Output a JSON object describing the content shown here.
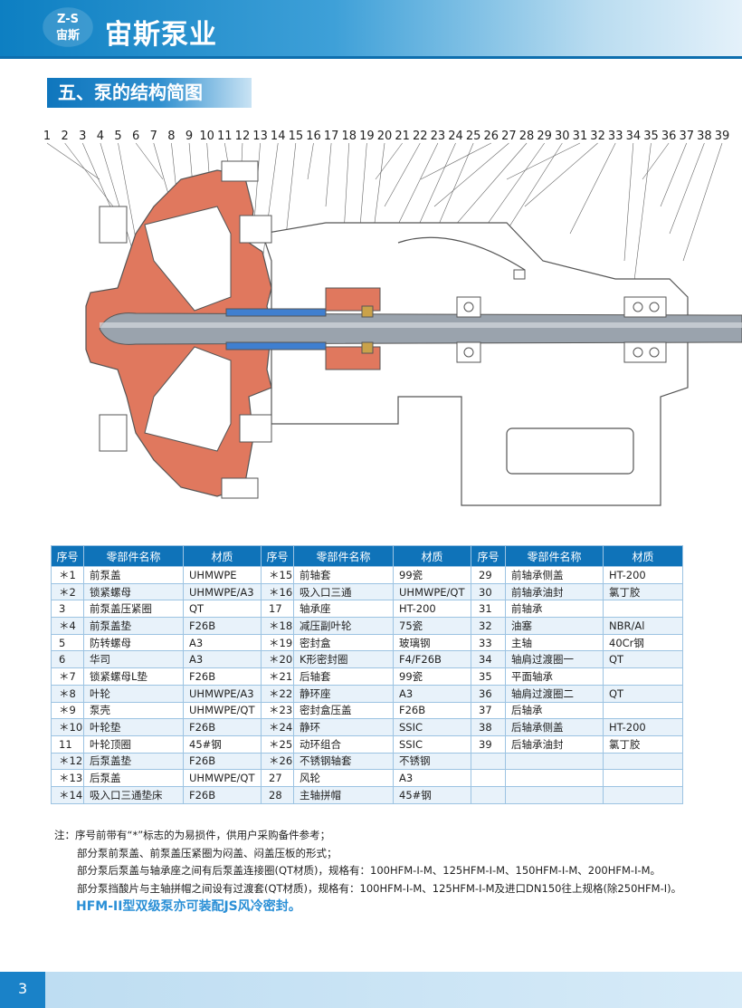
{
  "header": {
    "logo_text_top": "Z-S",
    "logo_text_bottom": "宙斯",
    "brand": "宙斯泵业"
  },
  "section": {
    "title": "五、泵的结构简图"
  },
  "diagram": {
    "part_numbers": [
      "1",
      "2",
      "3",
      "4",
      "5",
      "6",
      "7",
      "8",
      "9",
      "10",
      "11",
      "12",
      "13",
      "14",
      "15",
      "16",
      "17",
      "18",
      "19",
      "20",
      "21",
      "22",
      "23",
      "24",
      "25",
      "26",
      "27",
      "28",
      "29",
      "30",
      "31",
      "32",
      "33",
      "34",
      "35",
      "36",
      "37",
      "38",
      "39"
    ],
    "colors": {
      "liner": "#e0785e",
      "shaft": "#9aa3ad",
      "sleeve": "#3f7fd0",
      "housing": "#ffffff",
      "outline": "#555555"
    }
  },
  "table": {
    "headers": [
      "序号",
      "零部件名称",
      "材质",
      "序号",
      "零部件名称",
      "材质",
      "序号",
      "零部件名称",
      "材质"
    ],
    "rows": [
      [
        "＊1",
        "前泵盖",
        "UHMWPE",
        "＊15",
        "前轴套",
        "99瓷",
        "29",
        "前轴承侧盖",
        "HT-200"
      ],
      [
        "＊2",
        "锁紧螺母",
        "UHMWPE/A3",
        "＊16",
        "吸入口三通",
        "UHMWPE/QT",
        "30",
        "前轴承油封",
        "氯丁胶"
      ],
      [
        "3",
        "前泵盖压紧圈",
        "QT",
        "17",
        "轴承座",
        "HT-200",
        "31",
        "前轴承",
        ""
      ],
      [
        "＊4",
        "前泵盖垫",
        "F26B",
        "＊18",
        "减压副叶轮",
        "75瓷",
        "32",
        "油塞",
        "NBR/Al"
      ],
      [
        "5",
        "防转螺母",
        "A3",
        "＊19",
        "密封盒",
        "玻璃钢",
        "33",
        "主轴",
        "40Cr钢"
      ],
      [
        "6",
        "华司",
        "A3",
        "＊20",
        "K形密封圈",
        "F4/F26B",
        "34",
        "轴肩过渡圈一",
        "QT"
      ],
      [
        "＊7",
        "锁紧螺母L垫",
        "F26B",
        "＊21",
        "后轴套",
        "99瓷",
        "35",
        "平面轴承",
        ""
      ],
      [
        "＊8",
        "叶轮",
        "UHMWPE/A3",
        "＊22",
        "静环座",
        "A3",
        "36",
        "轴肩过渡圈二",
        "QT"
      ],
      [
        "＊9",
        "泵壳",
        "UHMWPE/QT",
        "＊23",
        "密封盒压盖",
        "F26B",
        "37",
        "后轴承",
        ""
      ],
      [
        "＊10",
        "叶轮垫",
        "F26B",
        "＊24",
        "静环",
        "SSIC",
        "38",
        "后轴承侧盖",
        "HT-200"
      ],
      [
        "11",
        "叶轮顶圈",
        "45#钢",
        "＊25",
        "动环组合",
        "SSIC",
        "39",
        "后轴承油封",
        "氯丁胶"
      ],
      [
        "＊12",
        "后泵盖垫",
        "F26B",
        "＊26",
        "不锈钢轴套",
        "不锈钢",
        "",
        "",
        ""
      ],
      [
        "＊13",
        "后泵盖",
        "UHMWPE/QT",
        "27",
        "风轮",
        "A3",
        "",
        "",
        ""
      ],
      [
        "＊14",
        "吸入口三通垫床",
        "F26B",
        "28",
        "主轴拼帽",
        "45#钢",
        "",
        "",
        ""
      ]
    ]
  },
  "notes": {
    "line1": "注：序号前带有“*”标志的为易损件，供用户采购备件参考；",
    "line2": "部分泵前泵盖、前泵盖压紧圈为闷盖、闷盖压板的形式；",
    "line3": "部分泵后泵盖与轴承座之间有后泵盖连接圈(QT材质)，规格有：100HFM-I-M、125HFM-I-M、150HFM-I-M、200HFM-I-M。",
    "line4": "部分泵挡酸片与主轴拼帽之间设有过渡套(QT材质)，规格有：100HFM-I-M、125HFM-I-M及进口DN150往上规格(除250HFM-I)。",
    "highlight": "HFM-II型双级泵亦可装配JS风冷密封。"
  },
  "footer": {
    "page_number": "3"
  }
}
